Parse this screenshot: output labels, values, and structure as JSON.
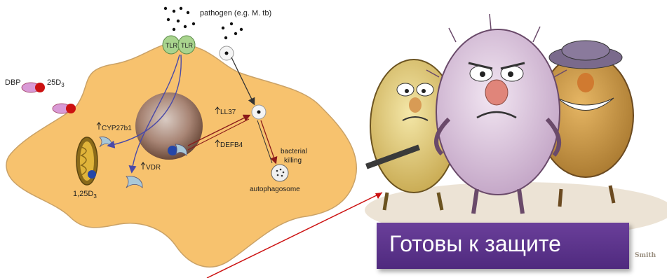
{
  "diagram": {
    "pathogen_label": "pathogen (e.g. M. tb)",
    "tlr_label": "TLR",
    "dbp_label": "DBP",
    "d3_label": "25D",
    "d3_sub": "3",
    "cyp_label": "CYP27b1",
    "vdr_label": "VDR",
    "ll37_label": "LL37",
    "defb4_label": "DEFB4",
    "bacterial_label": "bacterial",
    "killing_label": "killing",
    "autophagosome_label": "autophagosome",
    "d3active_label": "1,25D",
    "d3active_sub": "3"
  },
  "colors": {
    "cell_fill": "#f7c26e",
    "cell_stroke": "#caa267",
    "nucleus": "#9a7560",
    "tlr_green": "#a9d48e",
    "arrow_blue": "#4a4aa8",
    "arrow_red": "#8b1a1a",
    "dbp_pink": "#d99ad6",
    "accent_red": "#cc1111",
    "caption_bg": "#5a3388"
  },
  "caption": {
    "text": "Готовы к защите"
  },
  "credit": "Smith"
}
